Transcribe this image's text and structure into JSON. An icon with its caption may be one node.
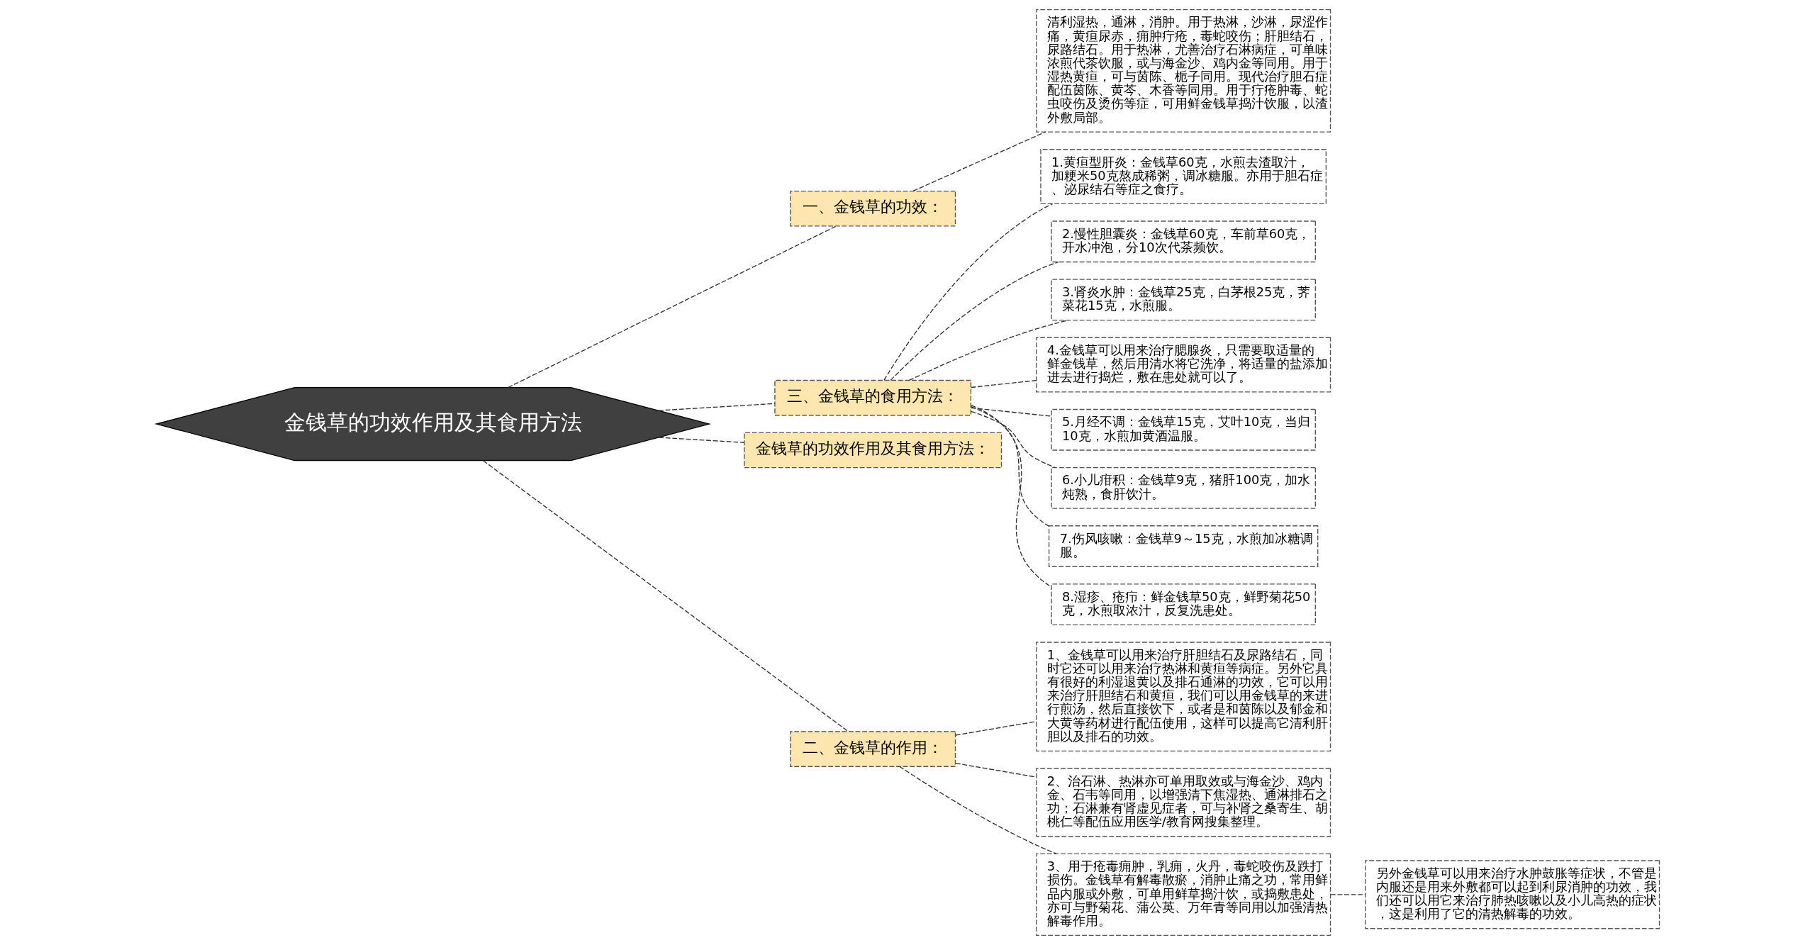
{
  "diagram": {
    "nodes": [
      {
        "text": [
          "金钱草的功效作用及其食用方法"
        ]
      },
      {
        "text": [
          "一、金钱草的功效："
        ]
      },
      {
        "text": [
          "清利湿热，通淋，消肿。用于热淋，沙淋，尿涩作痛，黄疸尿赤，痈肿疔疮，毒蛇咬伤；肝胆结石，尿路结石。用于热淋，尤善治疗石淋病症，可单味浓煎代茶饮服，或与海金沙、鸡内金等同用。用于湿热黄疸，可与茵陈、栀子同用。现代治疗胆石症配伍茵陈、黄芩、木香等同用。用于疔疮肿毒、蛇虫咬伤及烫伤等症，可用鲜金钱草捣汁饮服，以渣外敷局部。"
        ]
      },
      {
        "text": [
          "三、金钱草的食用方法："
        ]
      },
      {
        "text": [
          "1.黄疸型肝炎：金钱草60克，水煎去渣取汁，加粳米50克熬成稀粥，调冰糖服。亦用于胆石症、泌尿结石等症之食疗。"
        ]
      },
      {
        "text": [
          "2.慢性胆囊炎：金钱草60克，车前草60克，开水冲泡，分10次代茶频饮。"
        ]
      },
      {
        "text": [
          "3.肾炎水肿：金钱草25克，白茅根25克，荠菜花15克，水煎服。"
        ]
      },
      {
        "text": [
          "4.金钱草可以用来治疗腮腺炎，只需要取适量的鲜金钱草，然后用清水将它洗净，将适量的盐添加进去进行捣烂，敷在患处就可以了。"
        ]
      },
      {
        "text": [
          "5.月经不调：金钱草15克，艾叶10克，当归10克，水煎加黄酒温服。"
        ]
      },
      {
        "text": [
          "6.小儿疳积：金钱草9克，猪肝100克，加水炖熟，食肝饮汁。"
        ]
      },
      {
        "text": [
          "7.伤风咳嗽：金钱草9～15克，水煎加冰糖调服。"
        ]
      },
      {
        "text": [
          "8.湿疹、疮疖：鲜金钱草50克，鲜野菊花50克，水煎取浓汁，反复洗患处。"
        ]
      },
      {
        "text": [
          "金钱草的功效作用及其食用方法："
        ]
      },
      {
        "text": [
          "二、金钱草的作用："
        ]
      },
      {
        "text": [
          "1、金钱草可以用来治疗肝胆结石及尿路结石，同时它还可以用来治疗热淋和黄疸等病症。另外它具有很好的利湿退黄以及排石通淋的功效，它可以用来治疗肝胆结石和黄疸，我们可以用金钱草的来进行煎汤，然后直接饮下，或者是和茵陈以及郁金和大黄等药材进行配伍使用，这样可以提高它清利肝胆以及排石的功效。"
        ]
      },
      {
        "text": [
          "2、治石淋、热淋亦可单用取效或与海金沙、鸡内金、石韦等同用，以增强清下焦湿热、通淋排石之功；石淋兼有肾虚见症者，可与补肾之桑寄生、胡桃仁等配伍应用医学/教育网搜集整理。"
        ]
      },
      {
        "text": [
          "3、用于疮毒痈肿，乳痈，火丹，毒蛇咬伤及跌打损伤。金钱草有解毒散瘀，消肿止痛之功，常用鲜品内服或外敷，可单用鲜草捣汁饮，或捣敷患处，亦可与野菊花、蒲公英、万年青等同用以加强清热解毒作用。"
        ]
      },
      {
        "text": [
          "另外金钱草可以用来治疗水肿鼓胀等症状，不管是内服还是用来外敷都可以起到利尿消肿的功效，我们还可以用它来治疗肺热咳嗽以及小儿高热的症状，这是利用了它的清热解毒的功效。"
        ]
      }
    ],
    "edges": [
      {
        "from": 0,
        "to": 1,
        "arrow": "none",
        "style": "dashed"
      },
      {
        "from": 1,
        "to": 2,
        "arrow": "none",
        "style": "dashed"
      },
      {
        "from": 0,
        "to": 3,
        "arrow": "none",
        "style": "dashed"
      },
      {
        "from": 3,
        "to": 4,
        "arrow": "none",
        "style": "dashed"
      },
      {
        "from": 3,
        "to": 5,
        "arrow": "none",
        "style": "dashed"
      },
      {
        "from": 3,
        "to": 6,
        "arrow": "none",
        "style": "dashed"
      },
      {
        "from": 3,
        "to": 7,
        "arrow": "none",
        "style": "dashed"
      },
      {
        "from": 3,
        "to": 8,
        "arrow": "none",
        "style": "dashed"
      },
      {
        "from": 3,
        "to": 9,
        "arrow": "none",
        "style": "dashed"
      },
      {
        "from": 3,
        "to": 10,
        "arrow": "none",
        "style": "dashed"
      },
      {
        "from": 3,
        "to": 11,
        "arrow": "none",
        "style": "dashed"
      },
      {
        "from": 0,
        "to": 12,
        "arrow": "none",
        "style": "dashed"
      },
      {
        "from": 0,
        "to": 13,
        "arrow": "none",
        "style": "dashed"
      },
      {
        "from": 13,
        "to": 14,
        "arrow": "none",
        "style": "dashed"
      },
      {
        "from": 13,
        "to": 15,
        "arrow": "none",
        "style": "dashed"
      },
      {
        "from": 13,
        "to": 16,
        "arrow": "none",
        "style": "dashed"
      },
      {
        "from": 16,
        "to": 17,
        "arrow": "none",
        "style": "dashed"
      }
    ]
  }
}
